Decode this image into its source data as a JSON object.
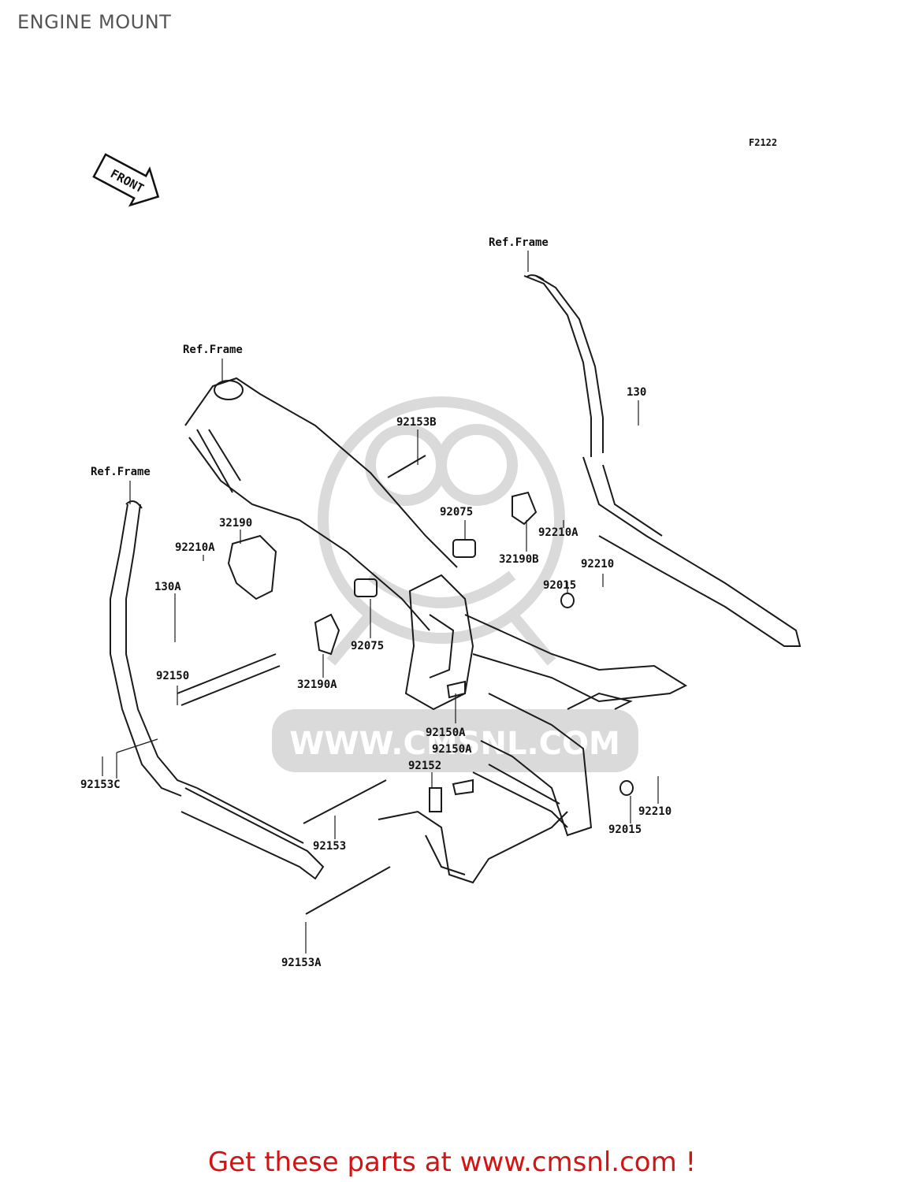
{
  "page": {
    "title": "ENGINE MOUNT"
  },
  "diagram": {
    "code": "F2122",
    "front_arrow": "FRONT",
    "watermark_text": "WWW.CMSNL.COM",
    "labels": {
      "ref_frame_top": "Ref.Frame",
      "ref_frame_mid": "Ref.Frame",
      "ref_frame_left": "Ref.Frame",
      "p130": "130",
      "p92153B": "92153B",
      "p92075_a": "92075",
      "p92210A_r": "92210A",
      "p32190": "32190",
      "p92210A_l": "92210A",
      "p130A": "130A",
      "p32190B": "32190B",
      "p92210_a": "92210",
      "p92015_a": "92015",
      "p92075_b": "92075",
      "p92150": "92150",
      "p32190A": "32190A",
      "p92150A_a": "92150A",
      "p92150A_b": "92150A",
      "p92152": "92152",
      "p92153C": "92153C",
      "p92153": "92153",
      "p92210_b": "92210",
      "p92015_b": "92015",
      "p92153A": "92153A"
    }
  },
  "footer": {
    "link_text": "Get these parts at www.cmsnl.com !"
  },
  "colors": {
    "line": "#1a1a1a",
    "watermark": "#d9d9d9",
    "footer": "#d11414",
    "title": "#555555"
  }
}
